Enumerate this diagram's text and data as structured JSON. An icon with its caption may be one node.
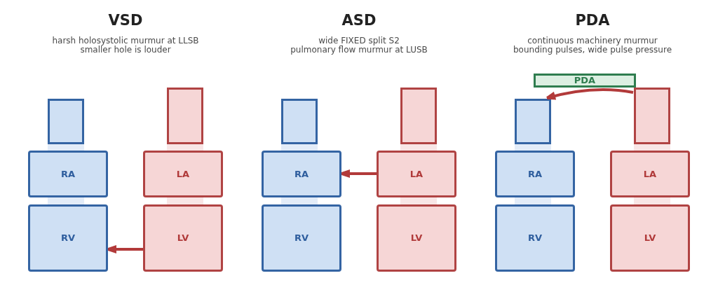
{
  "diagram": {
    "nodes": [
      {
        "text": [],
        "shape": "box"
      },
      {
        "text": [],
        "shape": "box"
      },
      {
        "text": [
          "RA"
        ]
      },
      {
        "text": [
          "LA"
        ]
      },
      {
        "text": [
          "RV"
        ]
      },
      {
        "text": [
          "LV"
        ]
      },
      {
        "text": [],
        "shape": "box"
      },
      {
        "text": [],
        "shape": "box"
      },
      {
        "text": [
          "RA"
        ]
      },
      {
        "text": [
          "LA"
        ]
      },
      {
        "text": [
          "RV"
        ]
      },
      {
        "text": [
          "LV"
        ]
      },
      {
        "text": [
          "PDA"
        ]
      },
      {
        "text": [],
        "shape": "box"
      },
      {
        "text": [],
        "shape": "box"
      },
      {
        "text": [
          "RA"
        ]
      },
      {
        "text": [
          "LA"
        ]
      },
      {
        "text": [
          "RV"
        ]
      },
      {
        "text": [
          "LV"
        ]
      }
    ],
    "edges": [
      {
        "from": 5,
        "to": 4,
        "arrow": "to"
      },
      {
        "from": 9,
        "to": 8,
        "arrow": "to"
      },
      {
        "from": 14,
        "to": 13,
        "arrow": "to"
      }
    ],
    "labels": [
      "VSD",
      "harsh holosystolic murmur at LLSB",
      "smaller hole is louder",
      "ASD",
      "wide FIXED split S2",
      "pulmonary flow murmur at LUSB",
      "PDA",
      "continuous machinery murmur",
      "bounding pulses, wide pulse pressure"
    ]
  }
}
